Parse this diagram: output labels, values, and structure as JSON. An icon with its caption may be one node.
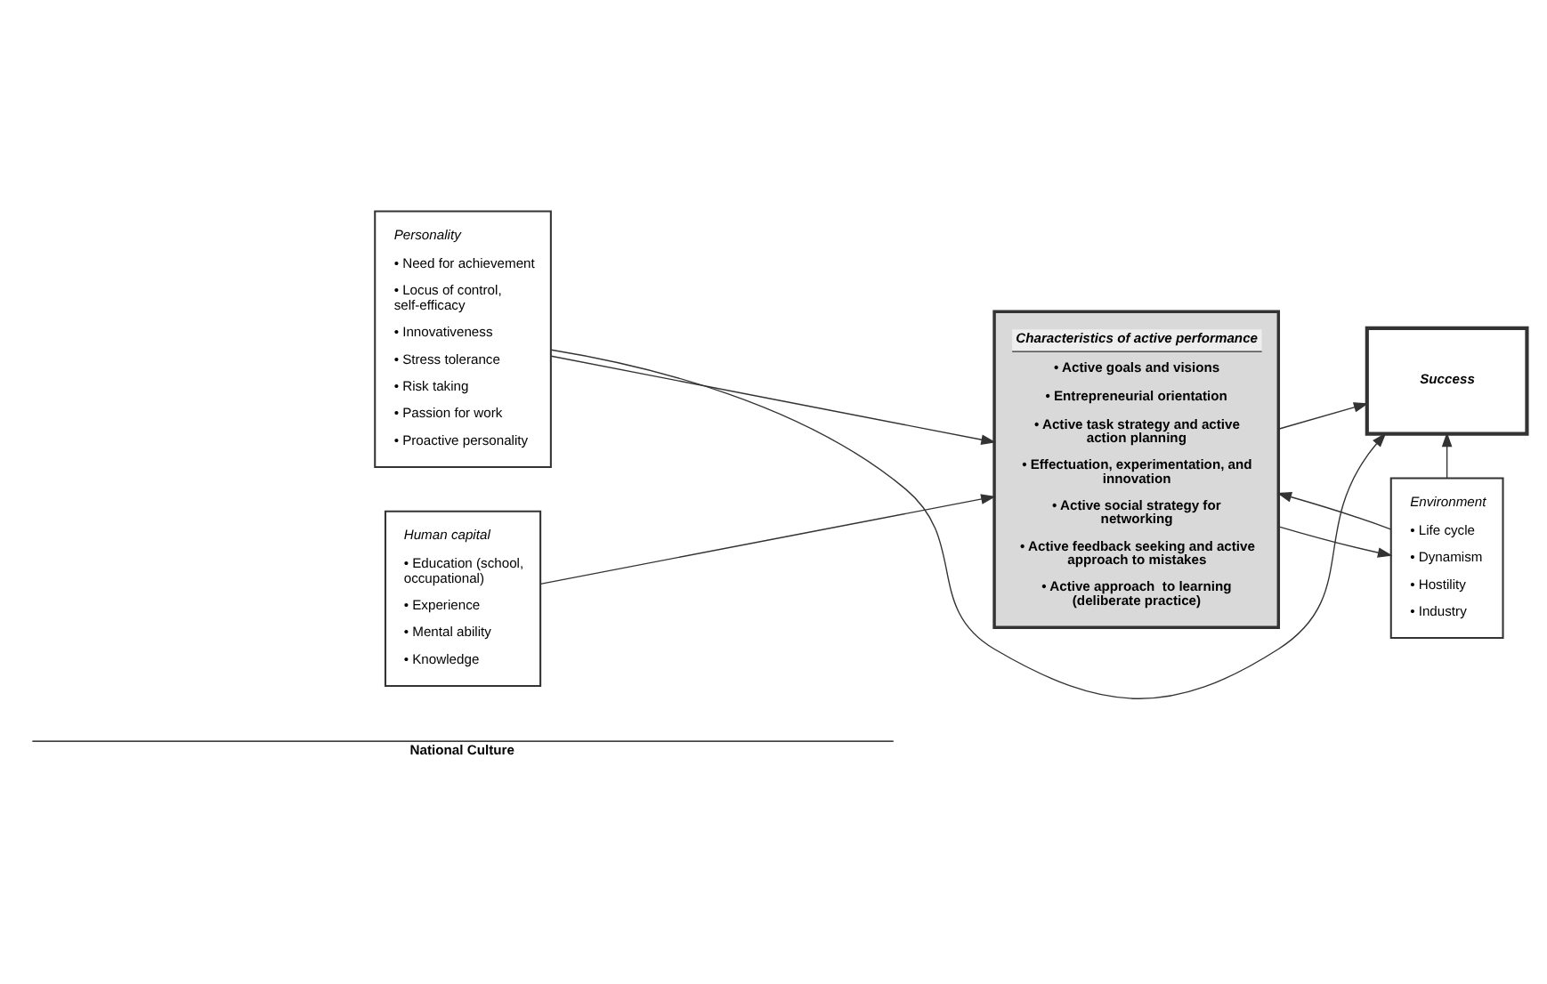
{
  "diagram": {
    "nodes": [
      {
        "text": [
          "Personality",
          "• Need for achievement",
          "• Locus of control, self-efficacy",
          "• Innovativeness",
          "• Stress tolerance",
          "• Risk taking",
          "• Passion for work",
          "• Proactive personality"
        ]
      },
      {
        "text": [
          "Human capital",
          "• Education (school, occupational)",
          "• Experience",
          "• Mental ability",
          "• Knowledge"
        ]
      },
      {
        "text": [
          "Characteristics of active performance",
          "• Active goals and visions",
          "• Entrepreneurial orientation",
          "• Active task strategy and active action planning",
          "• Effectuation, experimentation, and innovation",
          "• Active social strategy for networking",
          "• Active feedback seeking and active approach to mistakes",
          "• Active approach  to learning (deliberate practice)"
        ]
      },
      {
        "text": [
          "Success"
        ]
      },
      {
        "text": [
          "Environment",
          "• Life cycle",
          "• Dynamism",
          "• Hostility",
          "• Industry"
        ]
      }
    ],
    "edges": [
      {
        "from": 0,
        "to": 2,
        "arrow": "to"
      },
      {
        "from": 0,
        "to": 3,
        "arrow": "to"
      },
      {
        "from": 1,
        "to": 2,
        "arrow": "to"
      },
      {
        "from": 2,
        "to": 3,
        "arrow": "to"
      },
      {
        "from": 4,
        "to": 3,
        "arrow": "to"
      },
      {
        "from": 4,
        "to": 2,
        "arrow": "to"
      },
      {
        "from": 2,
        "to": 4,
        "arrow": "to"
      }
    ],
    "labels": [
      "National Culture"
    ]
  }
}
